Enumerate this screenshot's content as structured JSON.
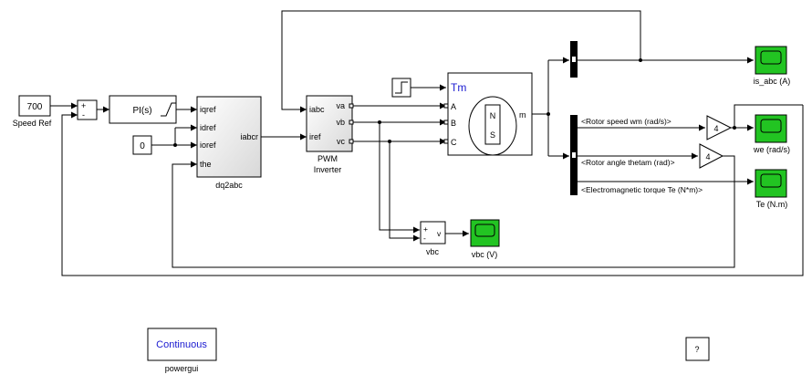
{
  "blocks": {
    "speed_ref": {
      "value": "700",
      "caption": "Speed Ref"
    },
    "sum": {
      "plus": "+",
      "minus": "-"
    },
    "pi": {
      "label": "PI(s)"
    },
    "zero_const": {
      "value": "0"
    },
    "dq2abc": {
      "in_iqref": "iqref",
      "in_idref": "idref",
      "in_ioref": "ioref",
      "in_the": "the",
      "out_iabcr": "iabcr",
      "caption": "dq2abc"
    },
    "pwm_inverter": {
      "in_iabc": "iabc",
      "in_iref": "iref",
      "out_va": "va",
      "out_vb": "vb",
      "out_vc": "vc",
      "caption_line1": "PWM",
      "caption_line2": "Inverter"
    },
    "motor": {
      "in_tm": "Tm",
      "port_a": "A",
      "port_b": "B",
      "port_c": "C",
      "out_m": "m",
      "pole_n": "N",
      "pole_s": "S"
    },
    "vbc_meas": {
      "plus": "+",
      "minus": "-",
      "out_v": "v",
      "caption": "vbc"
    },
    "gain_speed": {
      "value": "4"
    },
    "gain_angle": {
      "value": "4"
    },
    "powergui": {
      "label": "Continuous",
      "caption": "powergui"
    },
    "help": {
      "label": "?"
    }
  },
  "scopes": {
    "is_abc": {
      "caption": "is_abc (A)"
    },
    "we": {
      "caption": "we (rad/s)"
    },
    "te": {
      "caption": "Te (N.m)"
    },
    "vbc": {
      "caption": "vbc (V)"
    }
  },
  "signals": {
    "rotor_speed": "<Rotor speed wm (rad/s)>",
    "rotor_angle": "<Rotor angle thetam (rad)>",
    "em_torque": "<Electromagnetic torque Te (N*m)>"
  },
  "colors": {
    "scope_fill": "#22c422",
    "link_blue": "#1a1ad0"
  }
}
